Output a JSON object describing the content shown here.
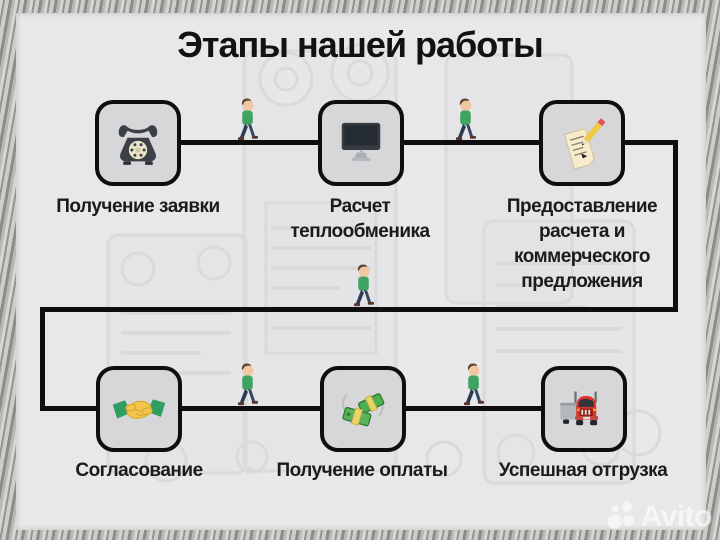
{
  "title": "Этапы нашей работы",
  "steps": [
    {
      "icon": "telephone-icon",
      "label": "Получение заявки"
    },
    {
      "icon": "computer-icon",
      "label": "Расчет теплообменика"
    },
    {
      "icon": "note-pencil-icon",
      "label": "Предоставление расчета и коммерческого предложения"
    },
    {
      "icon": "handshake-icon",
      "label": "Согласование"
    },
    {
      "icon": "money-icon",
      "label": "Получение оплаты"
    },
    {
      "icon": "truck-icon",
      "label": "Успешная отгрузка"
    }
  ],
  "watermark": {
    "text": "Avito"
  },
  "colors": {
    "panel_bg": "#e8e7e9",
    "box_bg": "#d7d6d8",
    "connector": "#0e0e0e",
    "person_shirt": "#3fa463",
    "truck_red": "#d8362c",
    "money_green": "#57b45a",
    "sleeve_green": "#2f9e63",
    "paper_cream": "#f6ecc9"
  }
}
